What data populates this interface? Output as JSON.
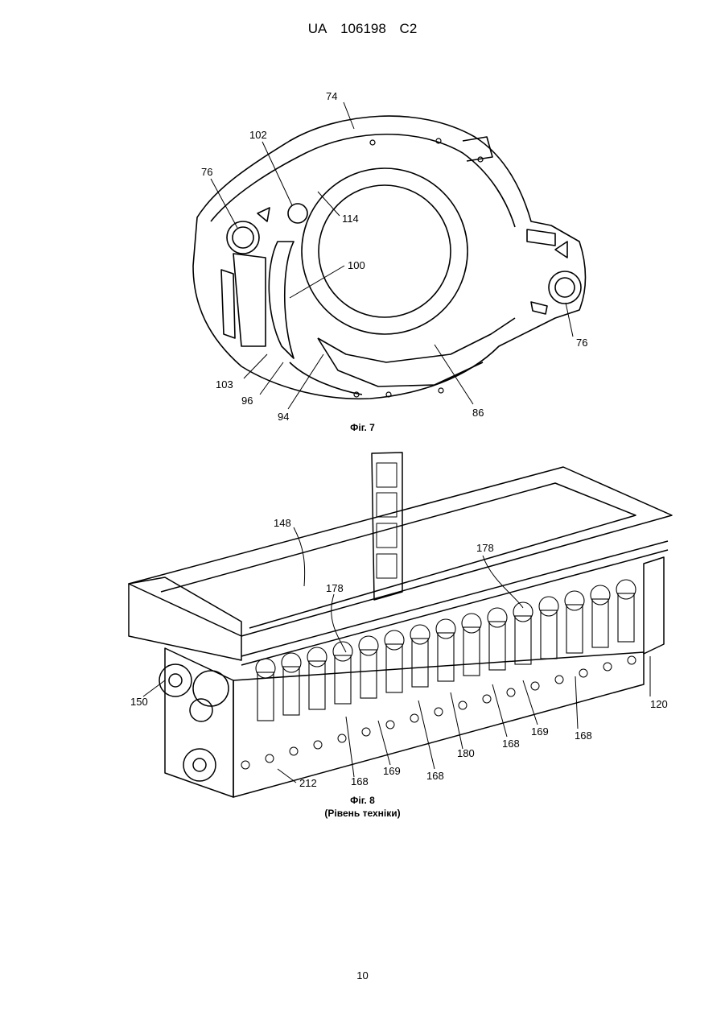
{
  "header": {
    "country": "UA",
    "number": "106198",
    "kind": "C2"
  },
  "figure7": {
    "caption": "Фіг. 7",
    "labels": {
      "l74": "74",
      "l102": "102",
      "l76a": "76",
      "l114": "114",
      "l100": "100",
      "l76b": "76",
      "l103": "103",
      "l96": "96",
      "l94": "94",
      "l86": "86"
    }
  },
  "figure8": {
    "caption": "Фіг. 8",
    "subcaption": "(Рівень техніки)",
    "labels": {
      "l148": "148",
      "l178a": "178",
      "l178b": "178",
      "l150": "150",
      "l120": "120",
      "l212": "212",
      "l168a": "168",
      "l169a": "169",
      "l168b": "168",
      "l180": "180",
      "l168c": "168",
      "l169b": "169",
      "l168d": "168"
    }
  },
  "page_number": "10"
}
